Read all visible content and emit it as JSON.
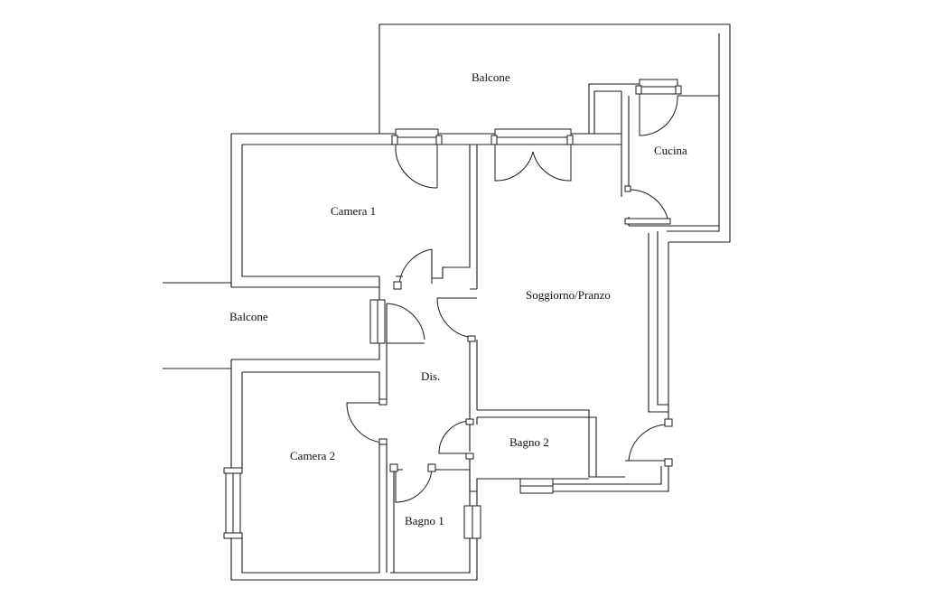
{
  "rooms": {
    "balcone_top": "Balcone",
    "cucina": "Cucina",
    "camera1": "Camera 1",
    "soggiorno": "Soggiorno/Pranzo",
    "balcone_left": "Balcone",
    "dis": "Dis.",
    "bagno2": "Bagno 2",
    "camera2": "Camera 2",
    "bagno1": "Bagno 1"
  },
  "colors": {
    "line": "#1a1a1a",
    "background": "#ffffff"
  }
}
